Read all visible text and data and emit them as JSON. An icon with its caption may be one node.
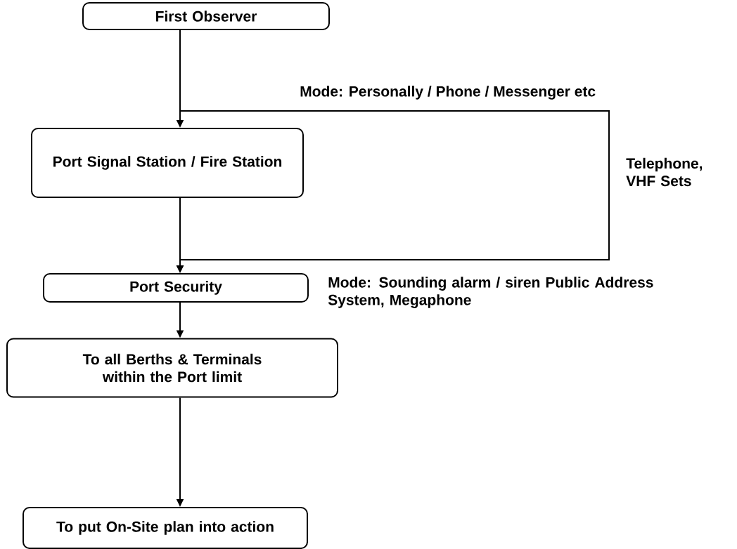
{
  "diagram": {
    "nodes": [
      {
        "text": [
          "First Observer"
        ]
      },
      {
        "text": [
          "Port Signal Station / Fire Station"
        ]
      },
      {
        "text": [
          "Port Security"
        ],
        "beside": [
          "Mode: Sounding alarm / siren Public Address System, Megaphone"
        ]
      },
      {
        "text": [
          "To all Berths & Terminals within the Port limit"
        ]
      },
      {
        "text": [
          "To put On-Site plan into action"
        ]
      }
    ],
    "edges": [
      {
        "from": 0,
        "to": 1,
        "arrow": "to"
      },
      {
        "from": 0,
        "to": 2,
        "arrow": "to",
        "label": "Mode: Personally / Phone / Messenger etc"
      },
      {
        "from": 1,
        "to": 2,
        "arrow": "to"
      },
      {
        "from": 2,
        "to": 3,
        "arrow": "to"
      },
      {
        "from": 3,
        "to": 4,
        "arrow": "to"
      }
    ],
    "labels": [
      "Telephone, VHF Sets"
    ]
  }
}
